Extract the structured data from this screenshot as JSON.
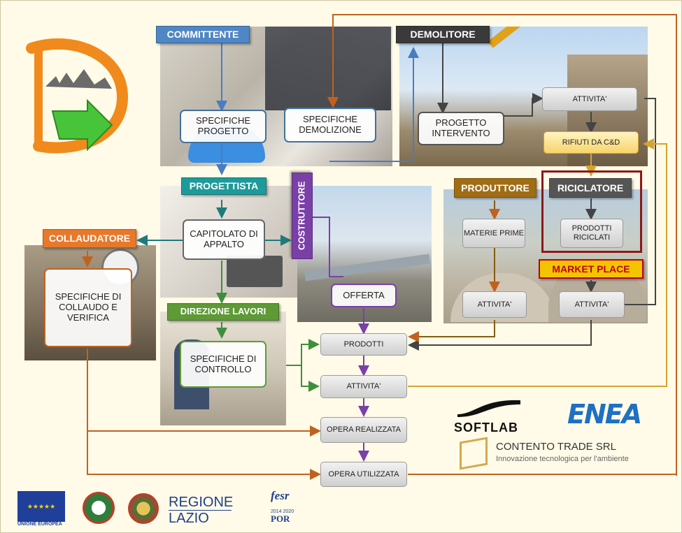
{
  "roles": {
    "committente": "COMMITTENTE",
    "demolitore": "DEMOLITORE",
    "progettista": "PROGETTISTA",
    "costruttore": "COSTRUTTORE",
    "collaudatore": "COLLAUDATORE",
    "produttore": "PRODUTTORE",
    "riciclatore": "RICICLATORE",
    "direzione_lavori": "DIREZIONE LAVORI",
    "market_place": "MARKET  PLACE"
  },
  "nodes": {
    "specifiche_progetto": "SPECIFICHE PROGETTO",
    "specifiche_demolizione": "SPECIFICHE DEMOLIZIONE",
    "progetto_intervento": "PROGETTO INTERVENTO",
    "attivita_demolitore": "ATTIVITA'",
    "rifiuti": "RIFIUTI DA C&D",
    "capitolato": "CAPITOLATO DI APPALTO",
    "specifiche_collaudo": "SPECIFICHE DI COLLAUDO E VERIFICA",
    "offerta": "OFFERTA",
    "materie_prime": "MATERIE PRIME",
    "prodotti_riciclati": "PRODOTTI RICICLATI",
    "attivita_produttore": "ATTIVITA'",
    "attivita_riciclatore": "ATTIVITA'",
    "specifiche_controllo": "SPECIFICHE DI CONTROLLO",
    "prodotti": "PRODOTTI",
    "attivita_centrale": "ATTIVITA'",
    "opera_realizzata": "OPERA REALIZZATA",
    "opera_utilizzata": "OPERA UTILIZZATA"
  },
  "logos": {
    "softlab": "SOFTLAB",
    "enea": "ENEA",
    "contento_name": "CONTENTO TRADE SRL",
    "contento_tagline": "Innovazione tecnologica per l'ambiente",
    "ue": "UNIONE EUROPEA",
    "regione_line1": "REGIONE",
    "regione_line2": "LAZIO",
    "fesr": "fesr",
    "por_years": "2014 2020",
    "por": "POR"
  },
  "colors": {
    "committente": "#4f86c6",
    "demolitore": "#3a3a3a",
    "progettista": "#1f9a9a",
    "costruttore": "#7b3fa8",
    "collaudatore": "#e8782a",
    "produttore": "#a06d14",
    "riciclatore": "#555555",
    "direzione_lavori": "#5e9a35",
    "market_place": "#f5c400",
    "flow_blue": "#4a7cc0",
    "flow_purple": "#7b3fa8",
    "flow_green": "#3d8f3d",
    "flow_orange": "#c0621f",
    "flow_gold": "#d6a32b"
  }
}
